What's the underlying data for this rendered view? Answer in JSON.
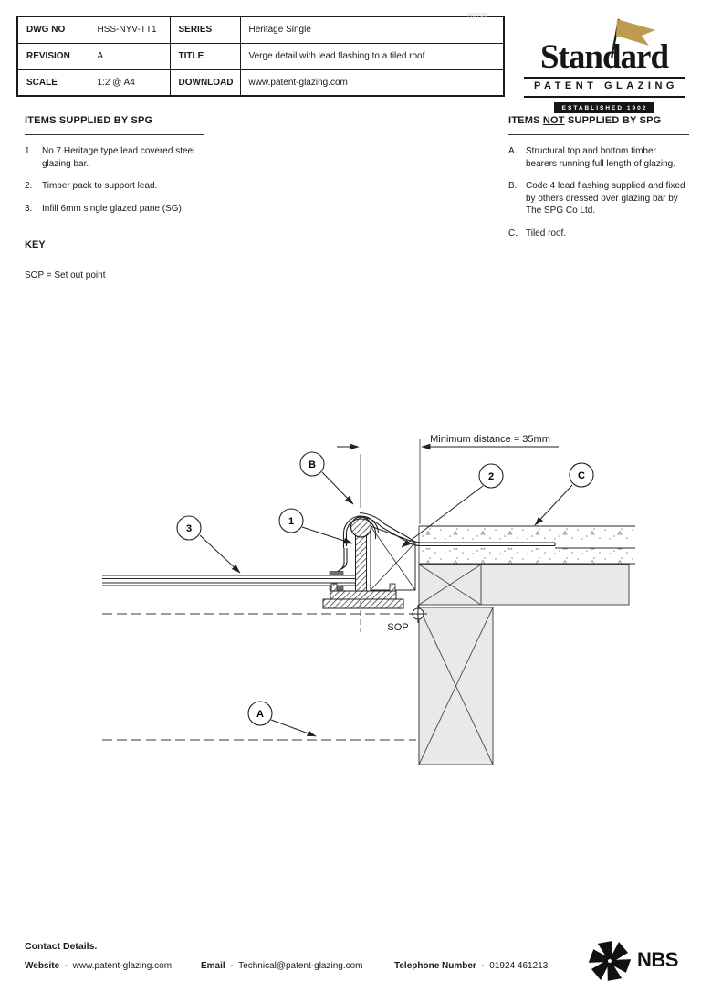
{
  "title_block": {
    "watermark": "H0720",
    "rows": [
      {
        "label1": "DWG NO",
        "value1": "HSS-NYV-TT1",
        "label2": "SERIES",
        "value2": "Heritage Single"
      },
      {
        "label1": "REVISION",
        "value1": "A",
        "label2": "TITLE",
        "value2": "Verge detail with lead flashing to a tiled roof"
      },
      {
        "label1": "SCALE",
        "value1": "1:2 @ A4",
        "label2": "DOWNLOAD",
        "value2": "www.patent-glazing.com"
      }
    ]
  },
  "logo": {
    "name": "Standard",
    "subtitle": "PATENT GLAZING",
    "established": "ESTABLISHED 1902",
    "flag_color": "#bd9b51"
  },
  "supplied": {
    "title": "ITEMS SUPPLIED BY SPG",
    "items": [
      {
        "num": "1.",
        "text": "No.7 Heritage type lead covered steel glazing bar."
      },
      {
        "num": "2.",
        "text": "Timber pack to support lead."
      },
      {
        "num": "3.",
        "text": "Infill 6mm single glazed pane (SG)."
      }
    ]
  },
  "not_supplied": {
    "title_pre": "ITEMS ",
    "title_underlined": "NOT",
    "title_post": " SUPPLIED BY SPG",
    "items": [
      {
        "num": "A.",
        "text": "Structural top and bottom timber bearers running full length of glazing."
      },
      {
        "num": "B.",
        "text": "Code 4 lead flashing supplied and fixed by others dressed over glazing bar by The SPG Co Ltd."
      },
      {
        "num": "C.",
        "text": "Tiled roof."
      }
    ]
  },
  "key": {
    "title": "KEY",
    "text": "SOP = Set out point"
  },
  "drawing": {
    "dimension_label": "Minimum distance = 35mm",
    "sop_label": "SOP",
    "callouts": {
      "b": "B",
      "two": "2",
      "c": "C",
      "one": "1",
      "three": "3",
      "a": "A"
    }
  },
  "footer": {
    "title": "Contact Details.",
    "sep": "-",
    "website_label": "Website",
    "website": "www.patent-glazing.com",
    "email_label": "Email",
    "email": "Technical@patent-glazing.com",
    "phone_label": "Telephone Number",
    "phone": "01924 461213",
    "nbs_label": "NBS"
  }
}
